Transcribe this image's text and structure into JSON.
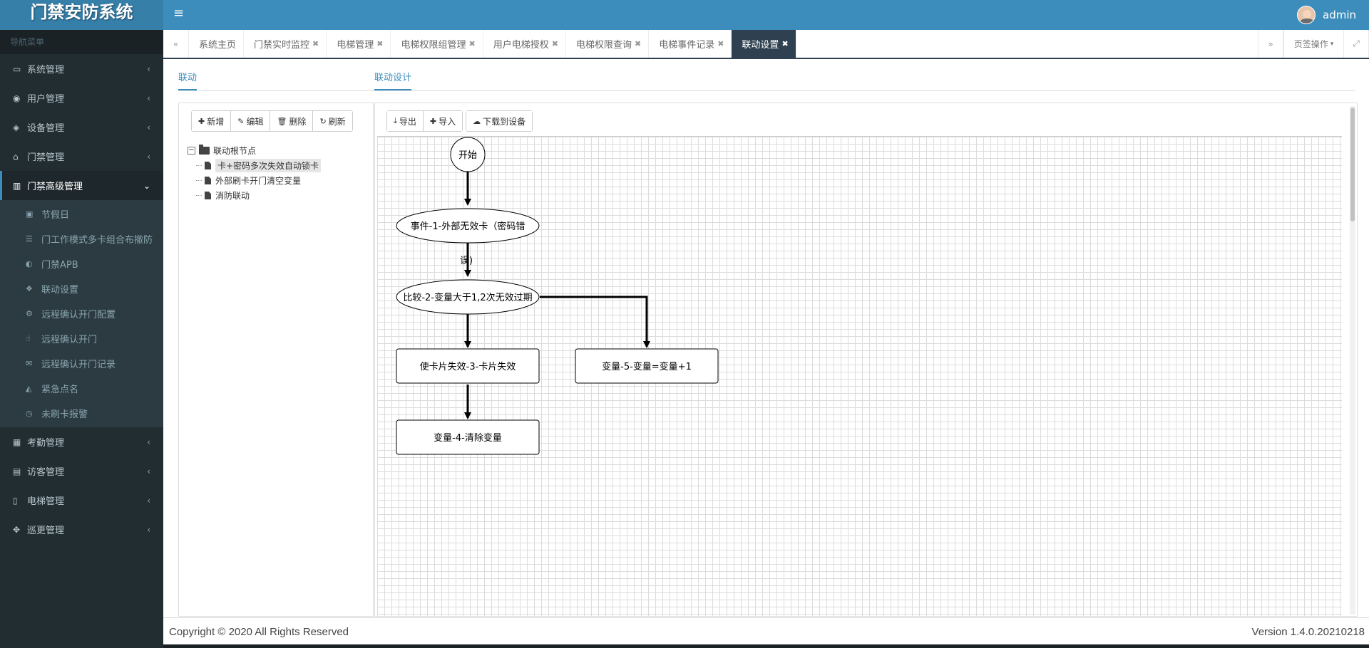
{
  "app": {
    "title": "门禁安防系统",
    "user": "admin"
  },
  "sidebar": {
    "header": "导航菜单",
    "top_items": [
      {
        "label": "系统管理",
        "icon": "monitor-icon"
      },
      {
        "label": "用户管理",
        "icon": "user-circle-icon"
      },
      {
        "label": "设备管理",
        "icon": "cube-icon"
      },
      {
        "label": "门禁管理",
        "icon": "home-icon"
      }
    ],
    "active_item": {
      "label": "门禁高级管理",
      "icon": "bank-icon"
    },
    "sub_items": [
      {
        "label": "节假日",
        "icon": "calendar-icon"
      },
      {
        "label": "门工作模式多卡组合布撤防",
        "icon": "list-icon"
      },
      {
        "label": "门禁APB",
        "icon": "half-circle-icon"
      },
      {
        "label": "联动设置",
        "icon": "cubes-icon"
      },
      {
        "label": "远程确认开门配置",
        "icon": "cogs-icon"
      },
      {
        "label": "远程确认开门",
        "icon": "hand-icon"
      },
      {
        "label": "远程确认开门记录",
        "icon": "envelope-icon"
      },
      {
        "label": "紧急点名",
        "icon": "area-chart-icon"
      },
      {
        "label": "未刷卡报警",
        "icon": "clock-icon"
      }
    ],
    "bottom_items": [
      {
        "label": "考勤管理",
        "icon": "calendar-grid-icon"
      },
      {
        "label": "访客管理",
        "icon": "id-card-icon"
      },
      {
        "label": "电梯管理",
        "icon": "elevator-icon"
      },
      {
        "label": "巡更管理",
        "icon": "arrows-icon"
      }
    ]
  },
  "tabs": [
    {
      "label": "系统主页",
      "closable": false
    },
    {
      "label": "门禁实时监控",
      "closable": true
    },
    {
      "label": "电梯管理",
      "closable": true
    },
    {
      "label": "电梯权限组管理",
      "closable": true
    },
    {
      "label": "用户电梯授权",
      "closable": true
    },
    {
      "label": "电梯权限查询",
      "closable": true
    },
    {
      "label": "电梯事件记录",
      "closable": true
    },
    {
      "label": "联动设置",
      "closable": true,
      "active": true
    }
  ],
  "page_ops": "页签操作",
  "subtabs": {
    "left": "联动",
    "right": "联动设计"
  },
  "tree_toolbar": {
    "add": "新增",
    "edit": "编辑",
    "delete": "删除",
    "refresh": "刷新"
  },
  "tree": {
    "root": "联动根节点",
    "children": [
      {
        "label": "卡+密码多次失效自动锁卡",
        "selected": true
      },
      {
        "label": "外部刷卡开门清空变量"
      },
      {
        "label": "消防联动"
      }
    ]
  },
  "designer_toolbar": {
    "export": "导出",
    "import": "导入",
    "download": "下载到设备"
  },
  "flow": {
    "start": "开始",
    "event": "事件-1-外部无效卡（密码错",
    "event_overflow": "误)",
    "compare": "比较-2-变量大于1,2次无效过期",
    "invalidate": "使卡片失效-3-卡片失效",
    "clear": "变量-4-清除变量",
    "increment": "变量-5-变量=变量+1"
  },
  "footer": {
    "copyright": "Copyright © 2020 All Rights Reserved",
    "version": "Version 1.4.0.20210218"
  }
}
